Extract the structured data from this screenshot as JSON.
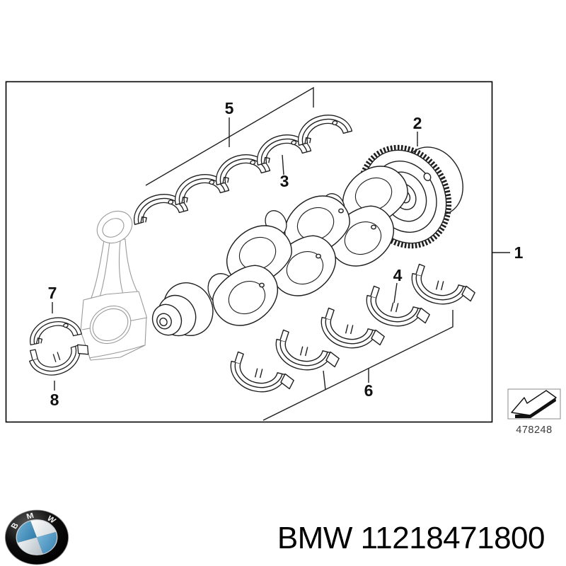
{
  "diagram": {
    "ref_code": "478248",
    "callouts": {
      "1": "1",
      "2": "2",
      "3": "3",
      "4": "4",
      "5": "5",
      "6": "6",
      "7": "7",
      "8": "8"
    }
  },
  "footer": {
    "logo_letters": {
      "b": "B",
      "m": "M",
      "w": "W"
    },
    "part_label": "BMW 11218471800"
  },
  "colors": {
    "line": "#1f1f1f",
    "rod_line": "#9a9a9a",
    "bmw_blue": "#4795c2"
  }
}
